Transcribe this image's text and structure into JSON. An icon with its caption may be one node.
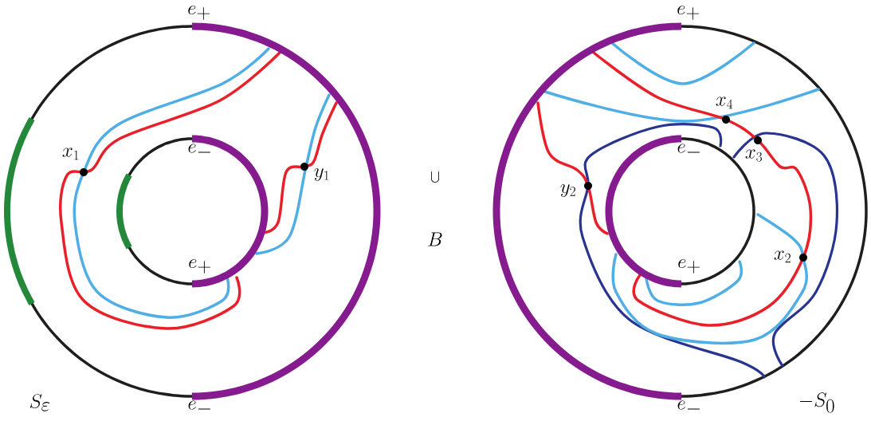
{
  "diagram": {
    "labels": [
      "e_+",
      "e_+",
      "x_4",
      "e_-",
      "x_1",
      "y_1",
      "e_-",
      "x_3",
      "\\bigcup",
      "y_2",
      "B",
      "e_+",
      "e_+",
      "x_2",
      "S_\\varepsilon",
      "-S_0",
      "e_-",
      "e_-"
    ]
  }
}
